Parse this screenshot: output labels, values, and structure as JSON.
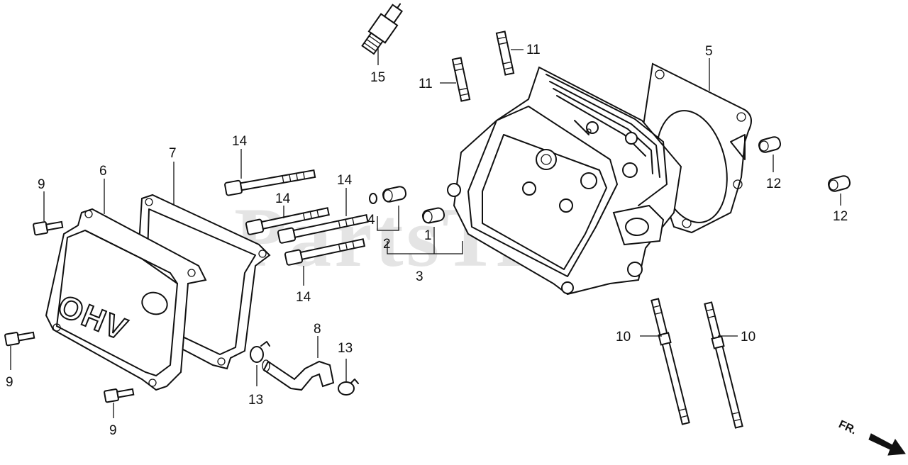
{
  "watermark": "PartsTree",
  "direction_label": "FR.",
  "callouts": {
    "c1": "1",
    "c2": "2",
    "c3": "3",
    "c4": "4",
    "c5": "5",
    "c6": "6",
    "c7": "7",
    "c8": "8",
    "c9a": "9",
    "c9b": "9",
    "c9c": "9",
    "c10a": "10",
    "c10b": "10",
    "c11a": "11",
    "c11b": "11",
    "c12a": "12",
    "c12b": "12",
    "c13a": "13",
    "c13b": "13",
    "c14a": "14",
    "c14b": "14",
    "c14c": "14",
    "c14d": "14",
    "c15": "15"
  },
  "cover_text": "OHV"
}
